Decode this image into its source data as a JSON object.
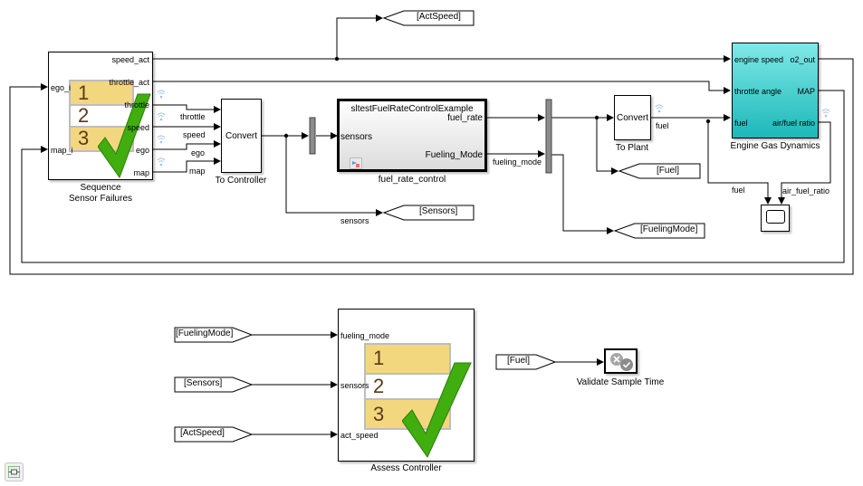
{
  "blocks": {
    "sequence": {
      "title_line1": "Sequence",
      "title_line2": "Sensor Failures",
      "inports": [
        "ego_i",
        "map_i"
      ],
      "outports": [
        "speed_act",
        "throttle_act",
        "throttle",
        "speed",
        "ego",
        "map"
      ],
      "steps": [
        "1",
        "2",
        "3"
      ]
    },
    "to_controller": {
      "label": "Convert",
      "title": "To Controller"
    },
    "fuel_rate_control": {
      "ref_model": "sltestFuelRateControlExample",
      "inport": "sensors",
      "outports": [
        "fuel_rate",
        "Fueling_Mode"
      ],
      "title": "fuel_rate_control"
    },
    "to_plant": {
      "label": "Convert",
      "title": "To Plant"
    },
    "engine": {
      "title": "Engine Gas Dynamics",
      "inports": [
        "engine speed",
        "throttle angle",
        "fuel"
      ],
      "outports": [
        "o2_out",
        "MAP",
        "air/fuel ratio"
      ],
      "color": "#33c6c6"
    },
    "assess": {
      "title": "Assess Controller",
      "inports": [
        "fueling_mode",
        "sensors",
        "act_speed"
      ],
      "steps": [
        "1",
        "2",
        "3"
      ]
    },
    "validate": {
      "title": "Validate Sample Time"
    }
  },
  "signals": {
    "throttle": "throttle",
    "speed": "speed",
    "ego": "ego",
    "map": "map",
    "sensors": "sensors",
    "fueling_mode": "fueling_mode",
    "fuel": "fuel",
    "fuel_scope": "fuel",
    "air_fuel_ratio": "air_fuel_ratio"
  },
  "goto_tags": {
    "act_speed": "[ActSpeed]",
    "sensors": "[Sensors]",
    "fuel": "[Fuel]",
    "fueling_mode": "[FuelingMode]"
  },
  "from_tags": {
    "fueling_mode": "[FuelingMode]",
    "sensors": "[Sensors]",
    "act_speed": "[ActSpeed]",
    "fuel": "[Fuel]"
  }
}
